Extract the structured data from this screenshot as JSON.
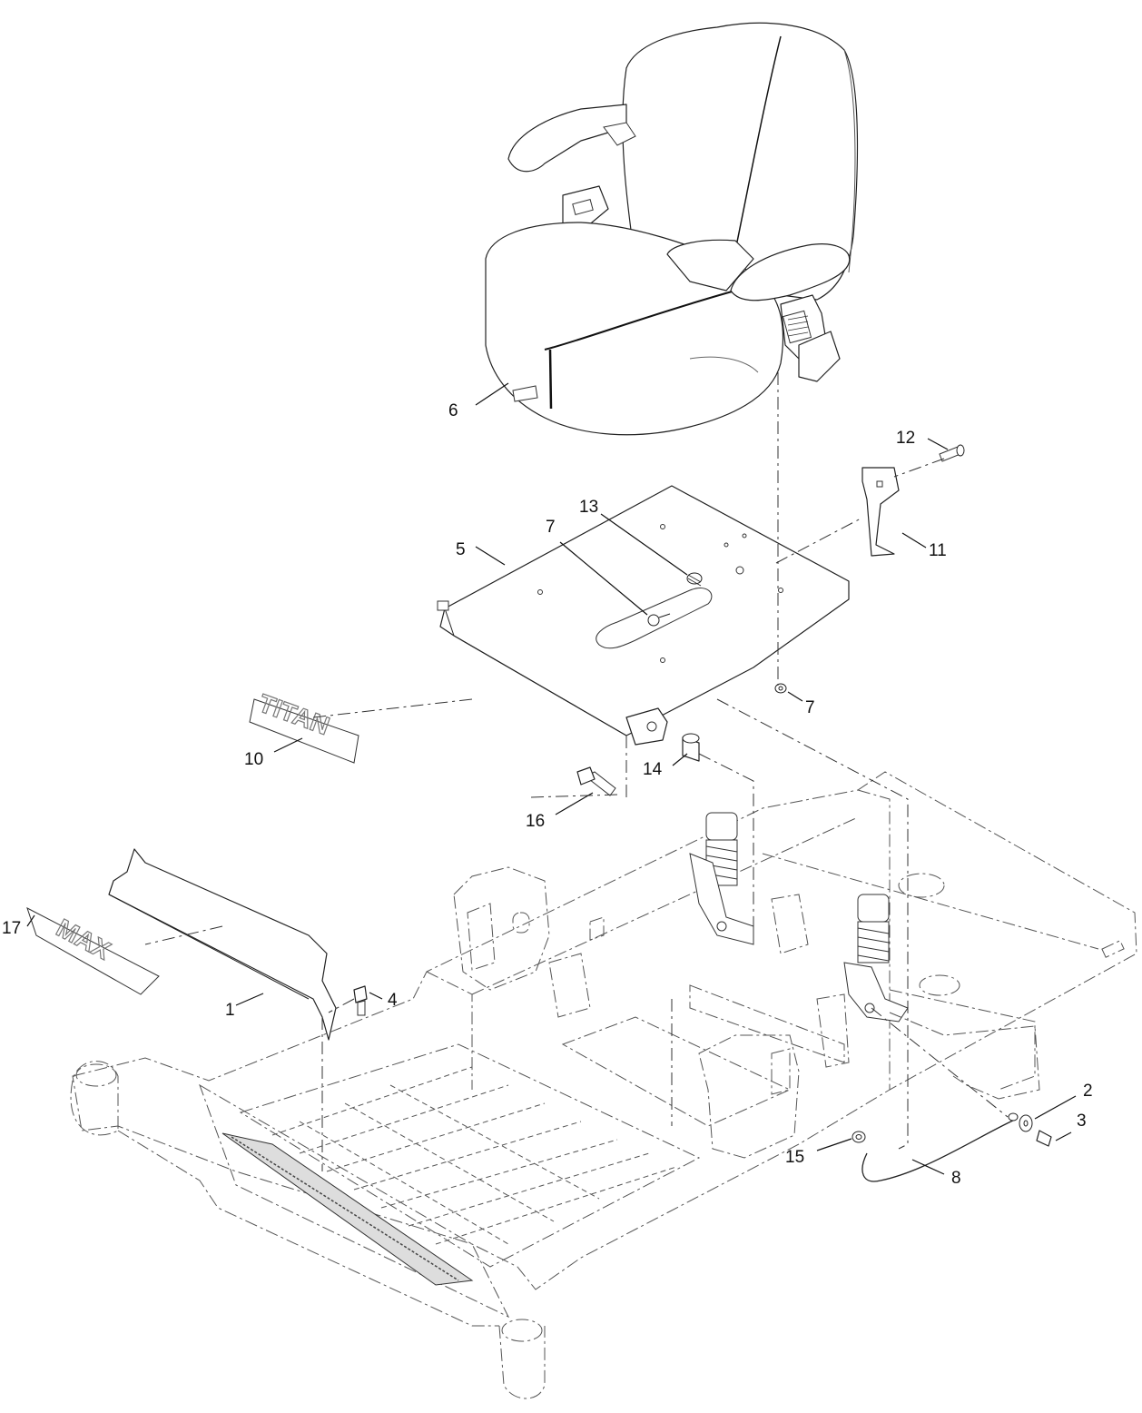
{
  "diagram": {
    "decals": {
      "titan": "TITAN",
      "max": "MAX"
    },
    "callouts": [
      {
        "id": "c1",
        "label": "1"
      },
      {
        "id": "c2",
        "label": "2"
      },
      {
        "id": "c3",
        "label": "3"
      },
      {
        "id": "c4",
        "label": "4"
      },
      {
        "id": "c5",
        "label": "5"
      },
      {
        "id": "c6",
        "label": "6"
      },
      {
        "id": "c7a",
        "label": "7"
      },
      {
        "id": "c7b",
        "label": "7"
      },
      {
        "id": "c8",
        "label": "8"
      },
      {
        "id": "c10",
        "label": "10"
      },
      {
        "id": "c11",
        "label": "11"
      },
      {
        "id": "c12",
        "label": "12"
      },
      {
        "id": "c13",
        "label": "13"
      },
      {
        "id": "c14",
        "label": "14"
      },
      {
        "id": "c15",
        "label": "15"
      },
      {
        "id": "c16",
        "label": "16"
      },
      {
        "id": "c17",
        "label": "17"
      }
    ]
  }
}
